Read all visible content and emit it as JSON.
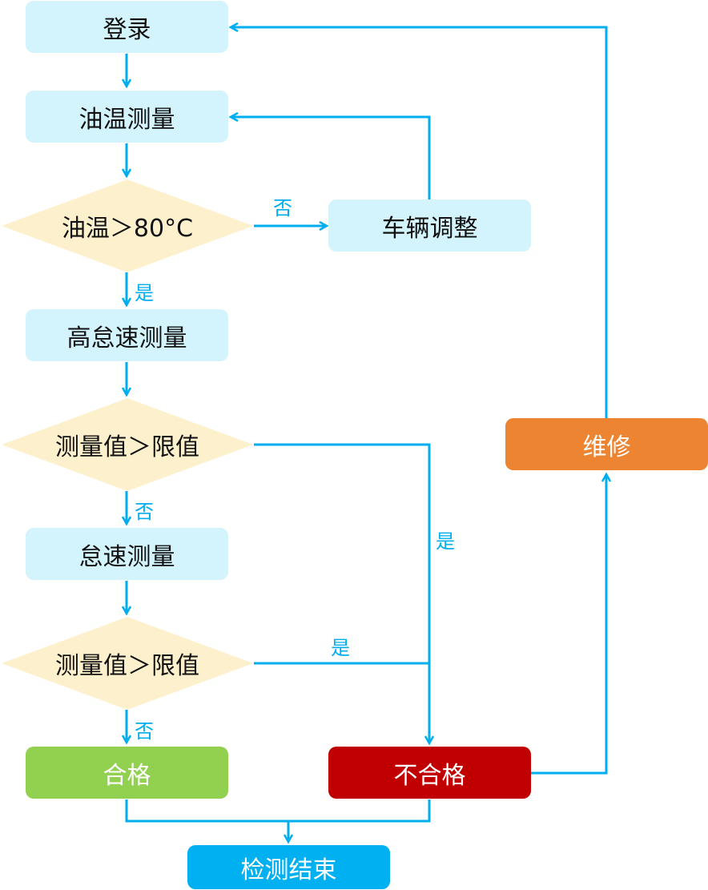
{
  "colors": {
    "arrow": "#00aeef",
    "process_fill": "#d3f4fc",
    "decision_fill": "#fdf0cc",
    "pass_fill": "#92d050",
    "fail_fill": "#c00000",
    "repair_fill": "#ed8431",
    "end_fill": "#00b0f0"
  },
  "nodes": {
    "login": "登录",
    "oil_temp_measure": "油温测量",
    "oil_temp_check": "油温＞80°C",
    "vehicle_adjust": "车辆调整",
    "high_idle_measure": "高怠速测量",
    "high_idle_check": "测量值＞限值",
    "idle_measure": "怠速测量",
    "idle_check": "测量值＞限值",
    "pass": "合格",
    "fail": "不合格",
    "repair": "维修",
    "end": "检测结束"
  },
  "edge_labels": {
    "oil_no": "否",
    "oil_yes": "是",
    "high_idle_yes": "是",
    "high_idle_no": "否",
    "idle_yes": "是",
    "idle_no": "否"
  }
}
